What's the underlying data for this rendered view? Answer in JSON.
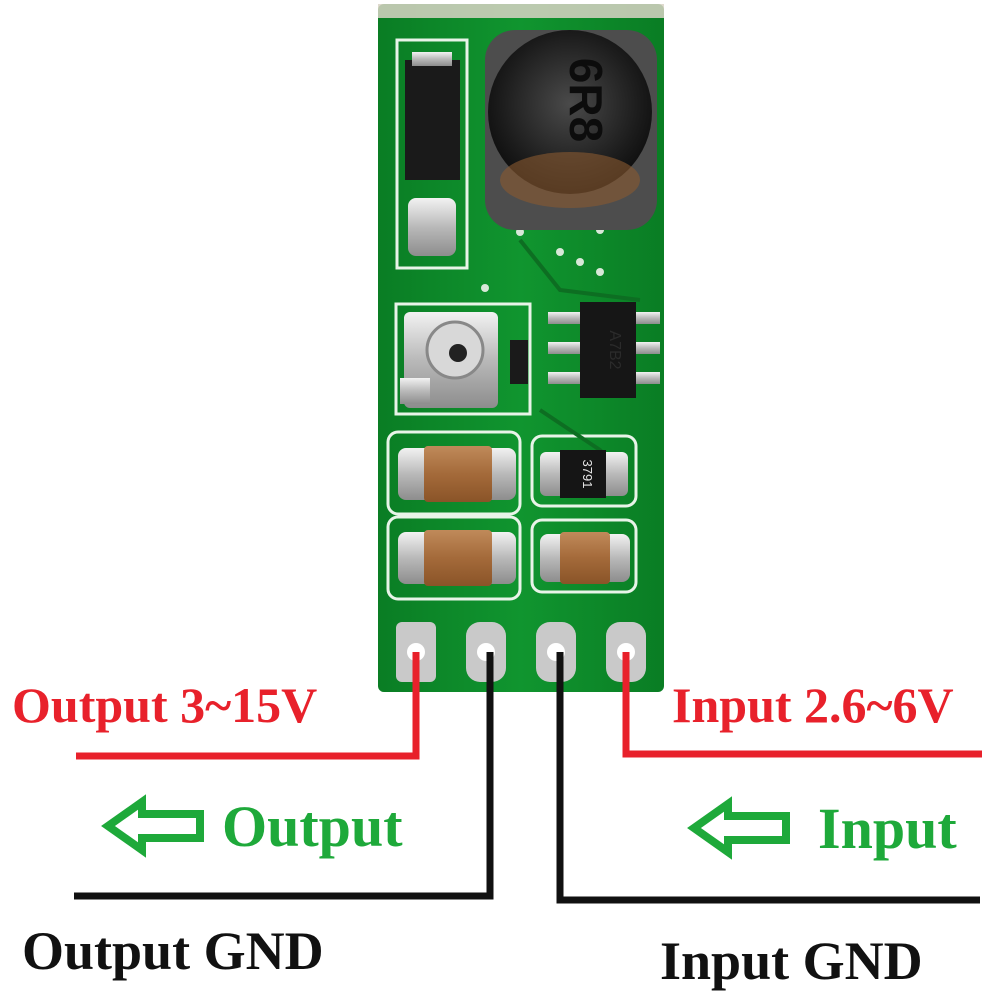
{
  "labels": {
    "output_voltage": "Output 3~15V",
    "input_voltage": "Input 2.6~6V",
    "output_direction": "Output",
    "input_direction": "Input",
    "output_gnd": "Output GND",
    "input_gnd": "Input GND"
  },
  "components": {
    "inductor_marking": "6R8",
    "ic_marking": "A7B2",
    "resistor_marking": "3791"
  },
  "colors": {
    "pcb": "#0b8a2a",
    "voltage_label": "#e8212b",
    "direction_label": "#1ea93a",
    "gnd_label": "#111111",
    "positive_wire": "#e8212b",
    "ground_wire": "#111111",
    "direction_arrow": "#1ea93a"
  },
  "icons": {
    "output_arrow": "left-arrow-outline-icon",
    "input_arrow": "left-arrow-outline-icon"
  }
}
